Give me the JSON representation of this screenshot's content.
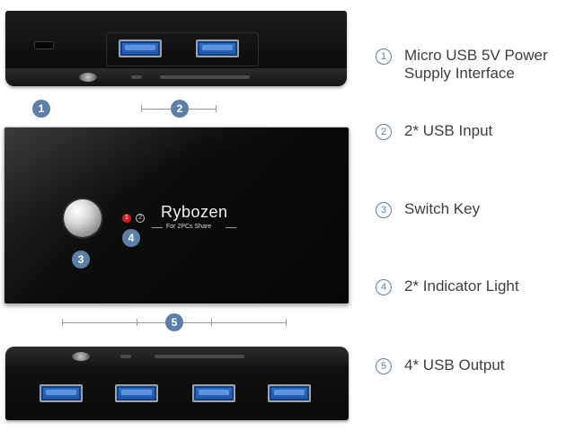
{
  "device": {
    "brand": "Rybozen",
    "brand_sub": "For 2PCs Share",
    "led_1": "1",
    "led_2": "2"
  },
  "markers": [
    "1",
    "2",
    "3",
    "4",
    "5"
  ],
  "legend": [
    {
      "num": "1",
      "line1": "Micro USB 5V Power",
      "line2": "Supply Interface"
    },
    {
      "num": "2",
      "line1": "2* USB Input"
    },
    {
      "num": "3",
      "line1": "Switch Key"
    },
    {
      "num": "4",
      "line1": "2* Indicator Light"
    },
    {
      "num": "5",
      "line1": "4* USB Output"
    }
  ],
  "colors": {
    "marker": "#5b7fa6",
    "legend_text": "#3f3f3f",
    "usb_blue": "#2f6fc6",
    "led_red": "#d21e1e",
    "device_body": "#0d0d0d"
  }
}
